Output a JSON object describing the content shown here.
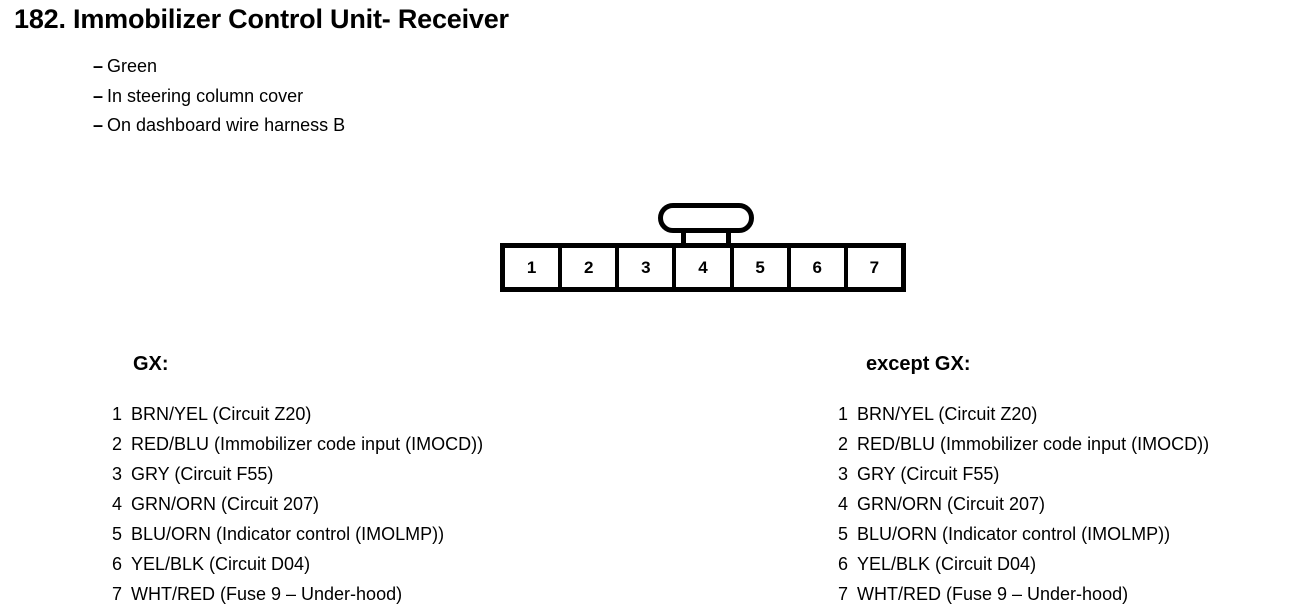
{
  "document": {
    "title": "182. Immobilizer Control Unit- Receiver",
    "notes": [
      {
        "dash": "–",
        "text": "Green"
      },
      {
        "dash": "–",
        "text": "In steering column cover"
      },
      {
        "dash": "–",
        "text": "On dashboard wire harness B"
      }
    ]
  },
  "connector": {
    "name": "7-pin connector",
    "latch": "locking-tab",
    "pins": [
      "1",
      "2",
      "3",
      "4",
      "5",
      "6",
      "7"
    ]
  },
  "pin_lists": [
    {
      "id": "gx",
      "heading": "GX:",
      "rows": [
        {
          "num": "1",
          "desc": "BRN/YEL (Circuit Z20)"
        },
        {
          "num": "2",
          "desc": "RED/BLU (Immobilizer code input (IMOCD))"
        },
        {
          "num": "3",
          "desc": "GRY (Circuit F55)"
        },
        {
          "num": "4",
          "desc": "GRN/ORN (Circuit 207)"
        },
        {
          "num": "5",
          "desc": "BLU/ORN (Indicator control (IMOLMP))"
        },
        {
          "num": "6",
          "desc": "YEL/BLK (Circuit D04)"
        },
        {
          "num": "7",
          "desc": "WHT/RED (Fuse 9 – Under-hood)"
        }
      ]
    },
    {
      "id": "except-gx",
      "heading": "except GX:",
      "rows": [
        {
          "num": "1",
          "desc": "BRN/YEL (Circuit Z20)"
        },
        {
          "num": "2",
          "desc": "RED/BLU (Immobilizer code input (IMOCD))"
        },
        {
          "num": "3",
          "desc": "GRY (Circuit F55)"
        },
        {
          "num": "4",
          "desc": "GRN/ORN (Circuit 207)"
        },
        {
          "num": "5",
          "desc": "BLU/ORN (Indicator control (IMOLMP))"
        },
        {
          "num": "6",
          "desc": "YEL/BLK (Circuit D04)"
        },
        {
          "num": "7",
          "desc": "WHT/RED (Fuse 9 – Under-hood)"
        }
      ]
    }
  ],
  "colors": {
    "ink": "#000000",
    "page": "#ffffff"
  }
}
